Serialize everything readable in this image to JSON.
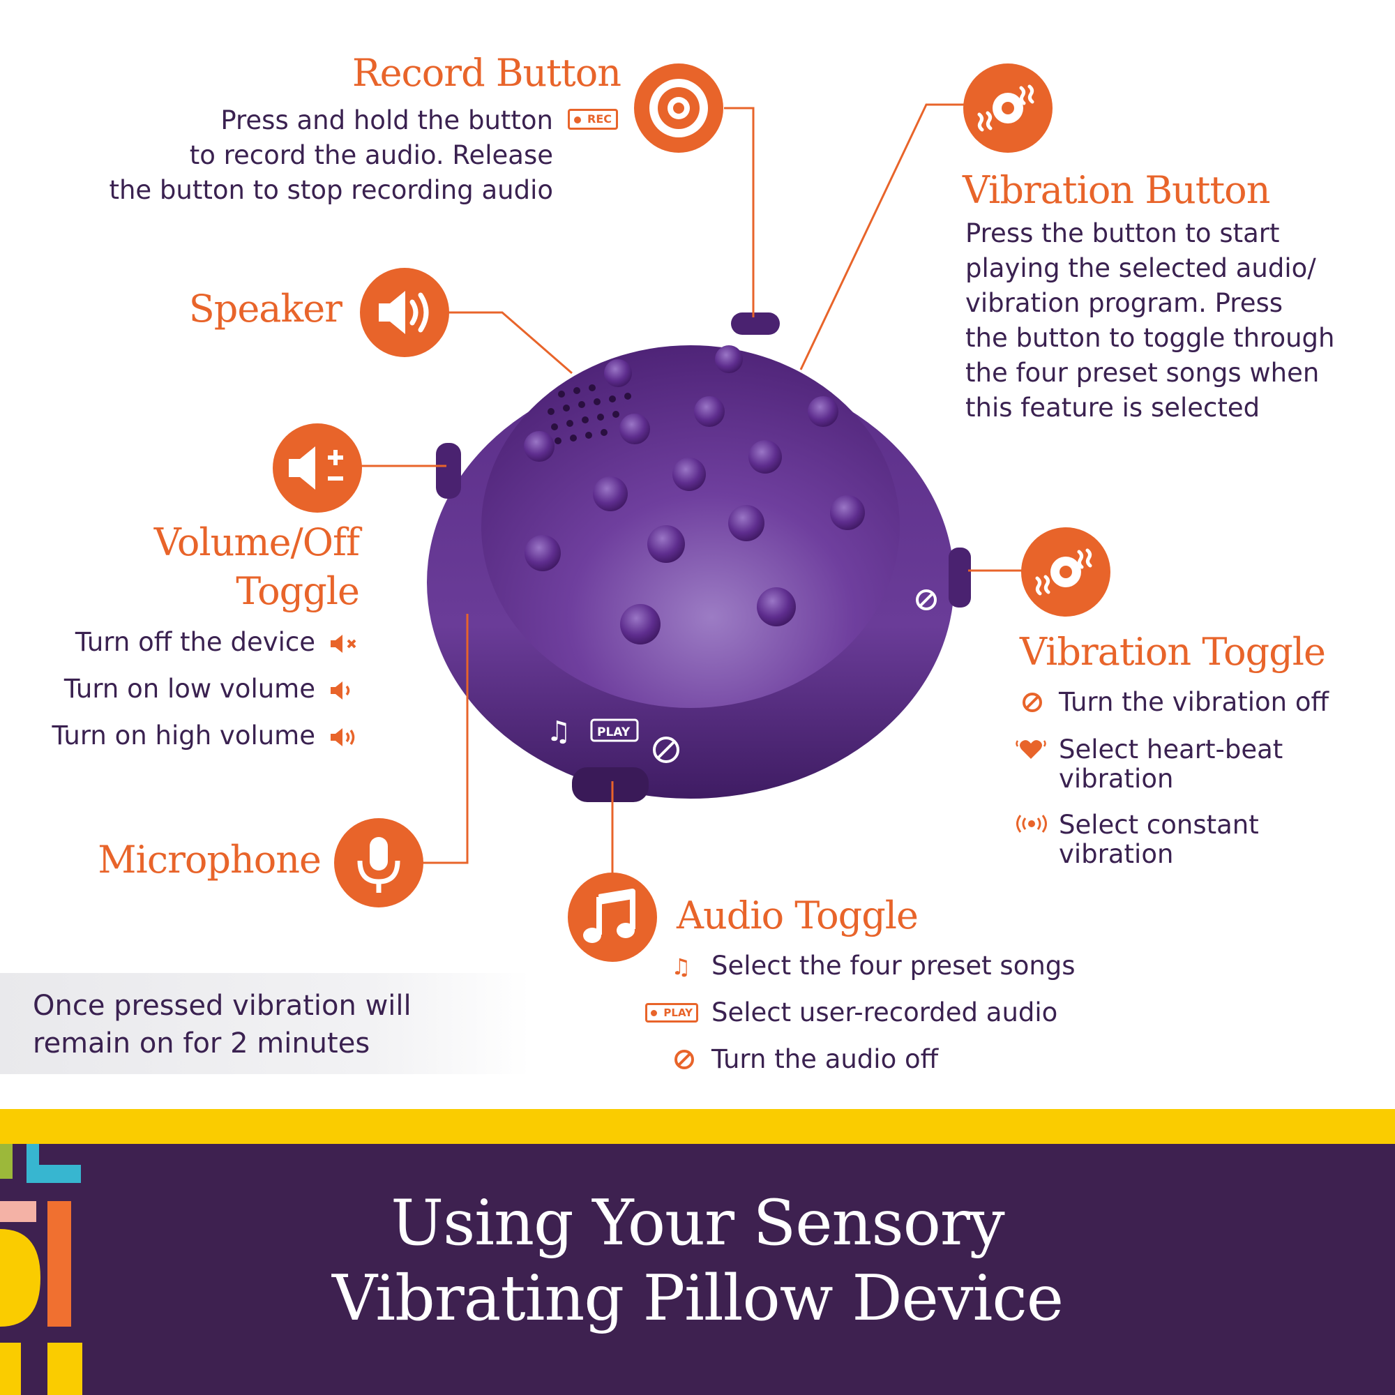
{
  "record": {
    "title": "Record Button",
    "lines": [
      "Press and hold the button",
      "to record the audio. Release",
      "the button to stop recording audio"
    ],
    "icon": "record-target-icon",
    "badge": "REC"
  },
  "speaker": {
    "title": "Speaker",
    "icon": "speaker-icon"
  },
  "volume": {
    "title_lines": [
      "Volume/Off",
      "Toggle"
    ],
    "icon": "volume-plus-minus-icon",
    "items": [
      {
        "text": "Turn off the device",
        "icon": "volume-mute-icon"
      },
      {
        "text": "Turn on low volume",
        "icon": "volume-low-icon"
      },
      {
        "text": "Turn on high volume",
        "icon": "volume-high-icon"
      }
    ]
  },
  "microphone": {
    "title": "Microphone",
    "icon": "microphone-icon"
  },
  "vibration_button": {
    "title": "Vibration Button",
    "icon": "vibration-disc-icon",
    "lines": [
      "Press the button to start",
      "playing the selected audio/",
      "vibration program. Press",
      "the button to toggle through",
      "the four preset songs when",
      "this feature is selected"
    ]
  },
  "vibration_toggle": {
    "title": "Vibration Toggle",
    "icon": "vibration-disc-icon",
    "items": [
      {
        "lines": [
          "Turn the vibration off"
        ],
        "icon": "off-circle-icon"
      },
      {
        "lines": [
          "Select heart-beat",
          "vibration"
        ],
        "icon": "heartbeat-icon"
      },
      {
        "lines": [
          "Select constant",
          "vibration"
        ],
        "icon": "constant-vibration-icon"
      }
    ]
  },
  "audio_toggle": {
    "title": "Audio Toggle",
    "icon": "music-note-icon",
    "items": [
      {
        "text": "Select the four preset songs",
        "icon": "music-note-icon"
      },
      {
        "text": "Select user-recorded audio",
        "icon": "play-badge-icon"
      },
      {
        "text": "Turn the audio off",
        "icon": "off-circle-icon"
      }
    ],
    "play_badge": "PLAY"
  },
  "note": {
    "lines": [
      "Once pressed vibration will",
      "remain on for 2 minutes"
    ]
  },
  "footer": {
    "lines": [
      "Using Your Sensory",
      "Vibrating Pillow Device"
    ]
  },
  "colors": {
    "accent": "#E8642A",
    "text": "#3A2150",
    "footer": "#3E2150",
    "stripe": "#FACC00",
    "device": "#5B2E88"
  }
}
